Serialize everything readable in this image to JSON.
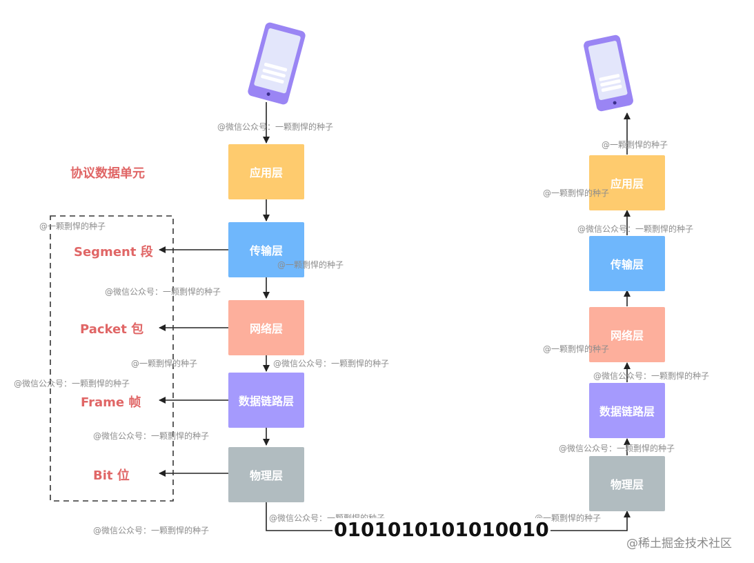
{
  "title": "协议数据单元",
  "layers": {
    "application": "应用层",
    "transport": "传输层",
    "network": "网络层",
    "data_link": "数据链路层",
    "physical": "物理层"
  },
  "pdu": {
    "segment": "Segment 段",
    "packet": "Packet 包",
    "frame": "Frame 帧",
    "bit": "Bit 位"
  },
  "bitstream": "0101010101010010",
  "watermarks": {
    "wechat": "@微信公众号：一颗剽悍的种子",
    "short": "@一颗剽悍的种子"
  },
  "footer": "@稀土掘金技术社区",
  "colors": {
    "application": "#fecb6e",
    "transport": "#6fb7fc",
    "network": "#fdaf9c",
    "data_link": "#a59afd",
    "physical": "#b1bcc0",
    "pdu_text": "#e06666",
    "phone": "#9a85f4"
  },
  "icons": [
    "smartphone-icon"
  ]
}
